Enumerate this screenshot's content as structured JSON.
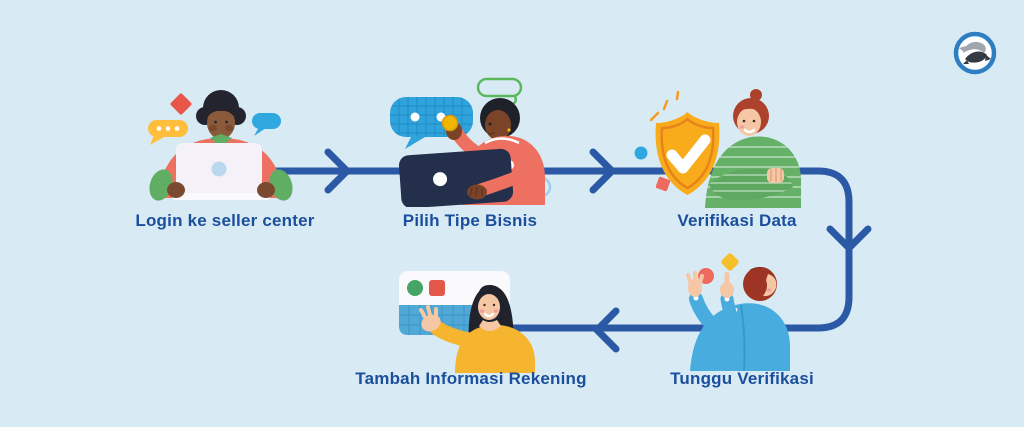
{
  "page": {
    "type": "onboarding-flow-infographic",
    "language": "Indonesian"
  },
  "colors": {
    "background": "#D8EBF5",
    "connector": "#2B59A6",
    "label_text": "#1B4E9C",
    "salmon": "#ED7060",
    "yellow": "#F5B52E",
    "green": "#66B168",
    "sky_blue": "#49ACDF",
    "bubble_blue": "#2FA3DB",
    "navy_laptop": "#232F4B",
    "shield_orange": "#F8AC1B",
    "card_blue": "#4FA8D6"
  },
  "brand": {
    "logo_icon": "two-dolphins-circle-logo"
  },
  "flow": {
    "connector_style": "solid line with chevron arrowheads",
    "path": "left-to-right on top row, curves down at right, right-to-left on bottom row"
  },
  "steps": [
    {
      "order": 1,
      "label": "Login ke seller center",
      "illustration": "person-typing-on-laptop-with-chat-bubbles-icon"
    },
    {
      "order": 2,
      "label": "Pilih Tipe Bisnis",
      "illustration": "person-holding-coin-at-laptop-with-chat-bubbles-icon"
    },
    {
      "order": 3,
      "label": "Verifikasi Data",
      "illustration": "shield-with-checkmark-and-person-arms-crossed-icon"
    },
    {
      "order": 4,
      "label": "Tunggu Verifikasi",
      "illustration": "person-pointing-at-floating-shapes-icon"
    },
    {
      "order": 5,
      "label": "Tambah Informasi Rekening",
      "illustration": "woman-presenting-bank-card-icon"
    }
  ]
}
